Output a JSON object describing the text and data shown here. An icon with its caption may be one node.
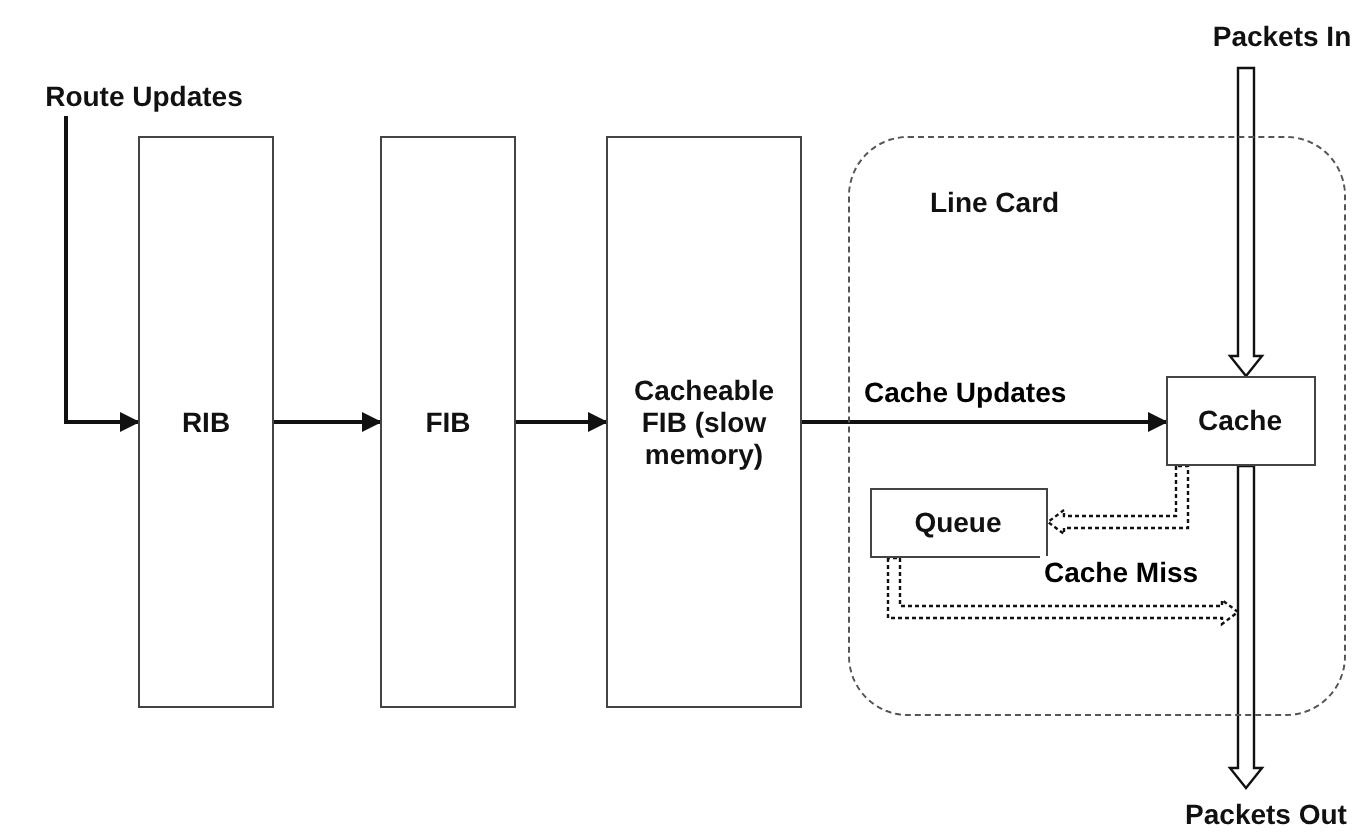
{
  "diagram": {
    "nodes": [
      {
        "text": [
          "Route Updates"
        ]
      },
      {
        "text": [
          "RIB"
        ]
      },
      {
        "text": [
          "FIB"
        ]
      },
      {
        "text": [
          "Cacheable FIB (slow memory)"
        ]
      },
      {
        "text": [
          "Line Card"
        ]
      },
      {
        "text": [
          "Cache"
        ],
        "in": 4
      },
      {
        "text": [
          "Queue"
        ],
        "in": 4
      },
      {
        "text": [
          "Packets In"
        ]
      },
      {
        "text": [
          "Packets Out"
        ]
      }
    ],
    "edges": [
      {
        "from": 0,
        "to": 1,
        "arrow": "to"
      },
      {
        "from": 1,
        "to": 2,
        "arrow": "to"
      },
      {
        "from": 2,
        "to": 3,
        "arrow": "to"
      },
      {
        "from": 3,
        "to": 5,
        "arrow": "to",
        "label": "Cache Updates"
      },
      {
        "from": 7,
        "to": 5,
        "arrow": "to",
        "style": "thick"
      },
      {
        "from": 5,
        "to": 8,
        "arrow": "to",
        "style": "thick"
      },
      {
        "from": 5,
        "to": 6,
        "arrow": "to",
        "style": "dashed"
      },
      {
        "from": 6,
        "to": null,
        "arrow": "to",
        "style": "dashed",
        "label": "Cache Miss"
      }
    ]
  }
}
